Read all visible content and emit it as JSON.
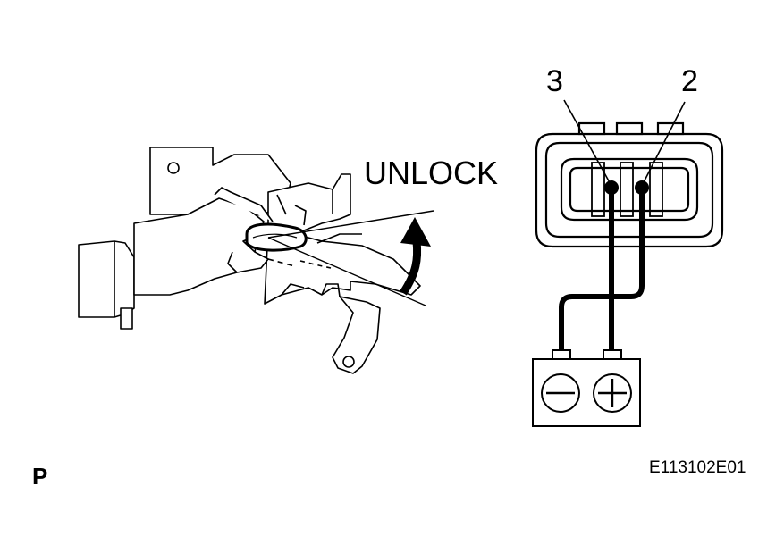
{
  "diagram": {
    "pin_labels": {
      "left": "3",
      "right": "2"
    },
    "arrow_label": "UNLOCK",
    "view_letter": "P",
    "figure_code": "E113102E01",
    "battery": {
      "negative_symbol": "−",
      "positive_symbol": "+"
    }
  },
  "icons": {
    "assembly": "door-lock-motor-assembly-icon",
    "hand": "hand-icon",
    "arrow": "curved-arrow-icon",
    "connector": "connector-icon",
    "battery": "battery-icon"
  },
  "colors": {
    "line": "#000000",
    "background": "#ffffff"
  }
}
